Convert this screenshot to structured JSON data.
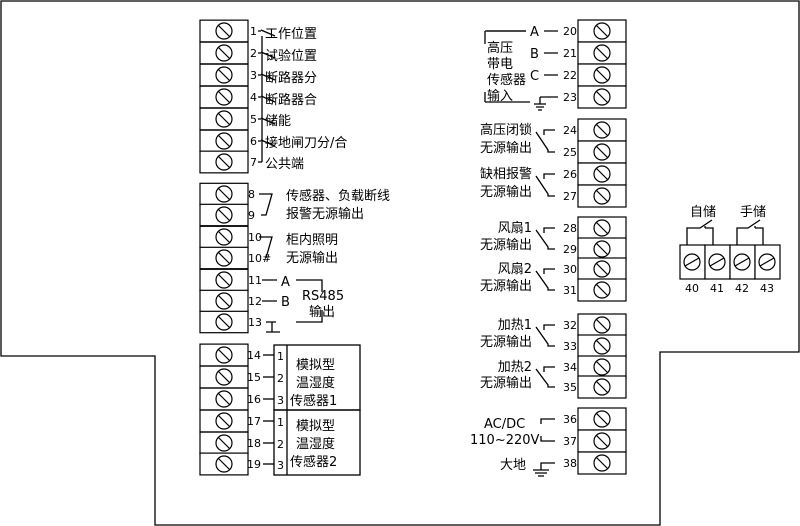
{
  "left": {
    "g1_terminals": [
      "1",
      "2",
      "3",
      "4",
      "5",
      "6",
      "7"
    ],
    "g1_labels": [
      "工作位置",
      "试验位置",
      "断路器分",
      "断路器合",
      "储能",
      "接地闸刀分/合",
      "公共端"
    ],
    "g2_terminals": [
      "8",
      "9",
      "10",
      "10#",
      "11",
      "12",
      "13"
    ],
    "sensor_alarm": [
      "传感器、负载断线",
      "报警无源输出"
    ],
    "cabinet_light": [
      "柜内照明",
      "无源输出"
    ],
    "rs485": {
      "a": "A",
      "b": "B",
      "title": "RS485",
      "sub": "输出"
    },
    "g3_terminals": [
      "14",
      "15",
      "16",
      "17",
      "18",
      "19"
    ],
    "sensor_pins": [
      "1",
      "2",
      "3"
    ],
    "sensor1": [
      "模拟型",
      "温湿度",
      "传感器1"
    ],
    "sensor2": [
      "模拟型",
      "温湿度",
      "传感器2"
    ]
  },
  "right": {
    "hv_terminals": [
      "20",
      "21",
      "22",
      "23"
    ],
    "hv_phases": [
      "A",
      "B",
      "C"
    ],
    "hv_label": [
      "高压",
      "带电",
      "传感器",
      "输入"
    ],
    "relay_terminals": [
      "24",
      "25",
      "26",
      "27",
      "28",
      "29",
      "30",
      "31",
      "32",
      "33",
      "34",
      "35"
    ],
    "relay_labels": [
      [
        "高压闭锁",
        "无源输出"
      ],
      [
        "缺相报警",
        "无源输出"
      ],
      [
        "风扇1",
        "无源输出"
      ],
      [
        "风扇2",
        "无源输出"
      ],
      [
        "加热1",
        "无源输出"
      ],
      [
        "加热2",
        "无源输出"
      ]
    ],
    "power_terminals": [
      "36",
      "37",
      "38"
    ],
    "power_label": [
      "AC/DC",
      "110~220V"
    ],
    "earth_label": "大地"
  },
  "storage": {
    "labels": [
      "自储",
      "手储"
    ],
    "terminals": [
      "40",
      "41",
      "42",
      "43"
    ]
  }
}
